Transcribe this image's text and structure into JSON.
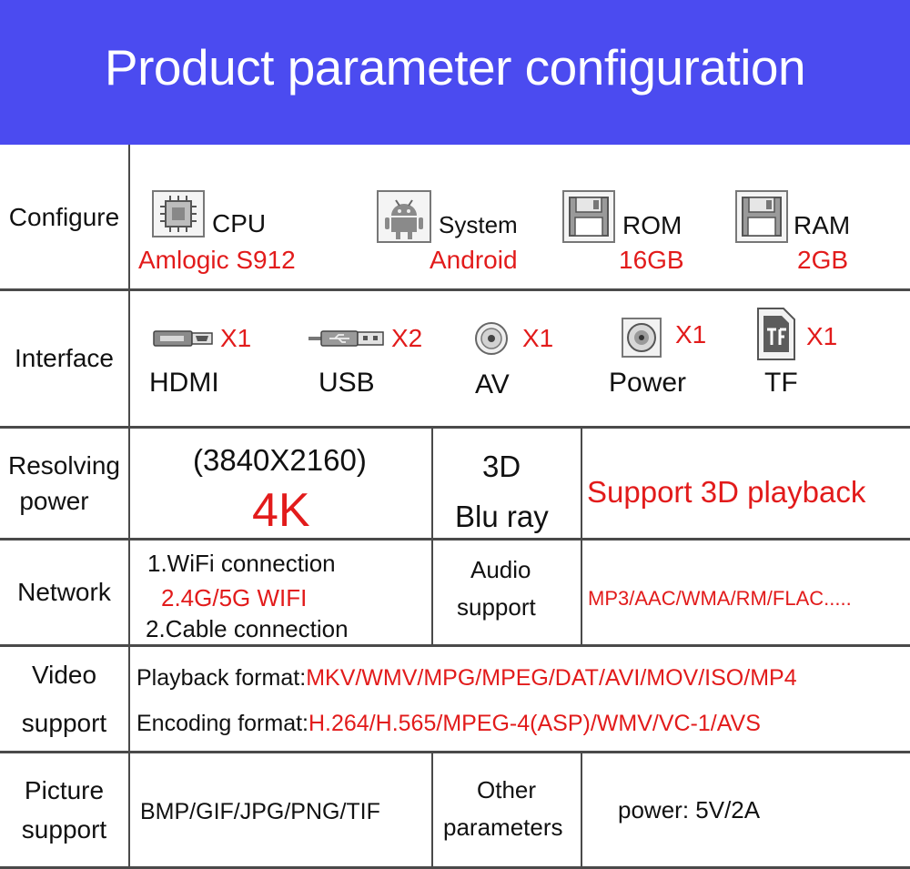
{
  "header": {
    "title": "Product parameter configuration"
  },
  "colors": {
    "header_bg": "#4b4bf0",
    "accent_red": "#e21b1b",
    "grid": "#4a4a4a"
  },
  "rows": {
    "configure": {
      "label": "Configure",
      "items": [
        {
          "icon": "cpu-chip-icon",
          "name": "CPU",
          "value": "Amlogic S912"
        },
        {
          "icon": "android-robot-icon",
          "name": "System",
          "value": "Android"
        },
        {
          "icon": "floppy-disk-icon",
          "name": "ROM",
          "value": "16GB"
        },
        {
          "icon": "floppy-disk-icon",
          "name": "RAM",
          "value": "2GB"
        }
      ]
    },
    "interface": {
      "label": "Interface",
      "items": [
        {
          "icon": "hdmi-plug-icon",
          "name": "HDMI",
          "count": "X1"
        },
        {
          "icon": "usb-plug-icon",
          "name": "USB",
          "count": "X2"
        },
        {
          "icon": "av-jack-icon",
          "name": "AV",
          "count": "X1"
        },
        {
          "icon": "power-jack-icon",
          "name": "Power",
          "count": "X1"
        },
        {
          "icon": "tf-card-icon",
          "name": "TF",
          "count": "X1"
        }
      ]
    },
    "resolving": {
      "label_line1": "Resolving",
      "label_line2": "power",
      "resolution": "(3840X2160)",
      "k_label": "4K",
      "three_d_line1": "3D",
      "three_d_line2": "Blu ray",
      "support_3d": "Support 3D playback"
    },
    "network": {
      "label": "Network",
      "wifi": "1.WiFi connection",
      "wifi_bands": "2.4G/5G WIFI",
      "cable": "2.Cable connection",
      "audio_line1": "Audio",
      "audio_line2": "support",
      "audio_formats": "MP3/AAC/WMA/RM/FLAC....."
    },
    "video": {
      "label_line1": "Video",
      "label_line2": "support",
      "playback_prefix": "Playback format:",
      "playback_formats": "MKV/WMV/MPG/MPEG/DAT/AVI/MOV/ISO/MP4",
      "encoding_prefix": "Encoding format:",
      "encoding_formats": "H.264/H.565/MPEG-4(ASP)/WMV/VC-1/AVS"
    },
    "picture": {
      "label_line1": "Picture",
      "label_line2": "support",
      "formats": "BMP/GIF/JPG/PNG/TIF",
      "other_line1": "Other",
      "other_line2": "parameters",
      "power": "power: 5V/2A"
    }
  }
}
